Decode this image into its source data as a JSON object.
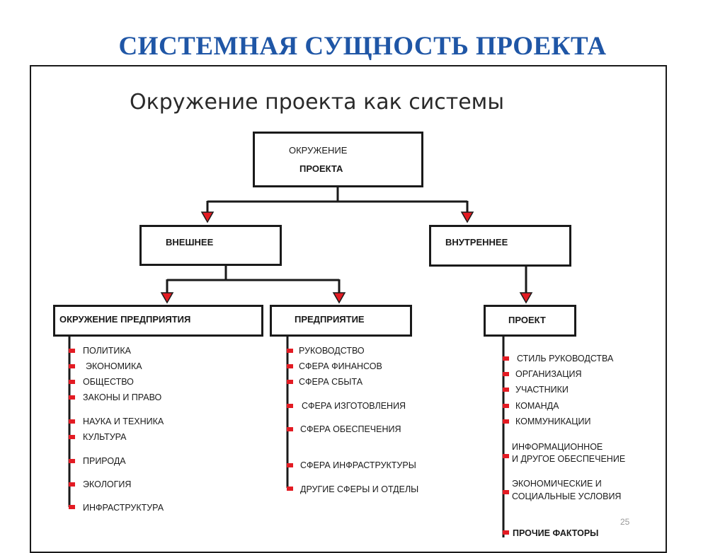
{
  "slide_title": "СИСТЕМНАЯ СУЩНОСТЬ ПРОЕКТА",
  "diagram_title": "Окружение проекта как системы",
  "root": {
    "line1": "ОКРУЖЕНИЕ",
    "line2": "ПРОЕКТА"
  },
  "external": "ВНЕШНЕЕ",
  "internal": "ВНУТРЕННЕЕ",
  "enterprise_env": {
    "label": "ОКРУЖЕНИЕ ПРЕДПРИЯТИЯ",
    "items": [
      "ПОЛИТИКА",
      "ЭКОНОМИКА",
      "ОБЩЕСТВО",
      "ЗАКОНЫ И ПРАВО",
      "НАУКА И ТЕХНИКА",
      "КУЛЬТУРА",
      "ПРИРОДА",
      "ЭКОЛОГИЯ",
      "ИНФРАСТРУКТУРА"
    ]
  },
  "enterprise": {
    "label": "ПРЕДПРИЯТИЕ",
    "items": [
      "РУКОВОДСТВО",
      "СФЕРА ФИНАНСОВ",
      "СФЕРА СБЫТА",
      "СФЕРА ИЗГОТОВЛЕНИЯ",
      "СФЕРА ОБЕСПЕЧЕНИЯ",
      "СФЕРА ИНФРАСТРУКТУРЫ",
      "ДРУГИЕ СФЕРЫ И ОТДЕЛЫ"
    ]
  },
  "project": {
    "label": "ПРОЕКТ",
    "items": [
      "СТИЛЬ РУКОВОДСТВА",
      "ОРГАНИЗАЦИЯ",
      "УЧАСТНИКИ",
      "КОМАНДА",
      "КОММУНИКАЦИИ",
      "ИНФОРМАЦИОННОЕ",
      "И ДРУГОЕ ОБЕСПЕЧЕНИЕ",
      "ЭКОНОМИЧЕСКИЕ И",
      "СОЦИАЛЬНЫЕ УСЛОВИЯ",
      "ПРОЧИЕ ФАКТОРЫ"
    ]
  },
  "page_number": "25",
  "colors": {
    "title": "#1f56a6",
    "arrow": "#e31b23",
    "marker": "#e31b23",
    "line": "#1a1a1a"
  }
}
